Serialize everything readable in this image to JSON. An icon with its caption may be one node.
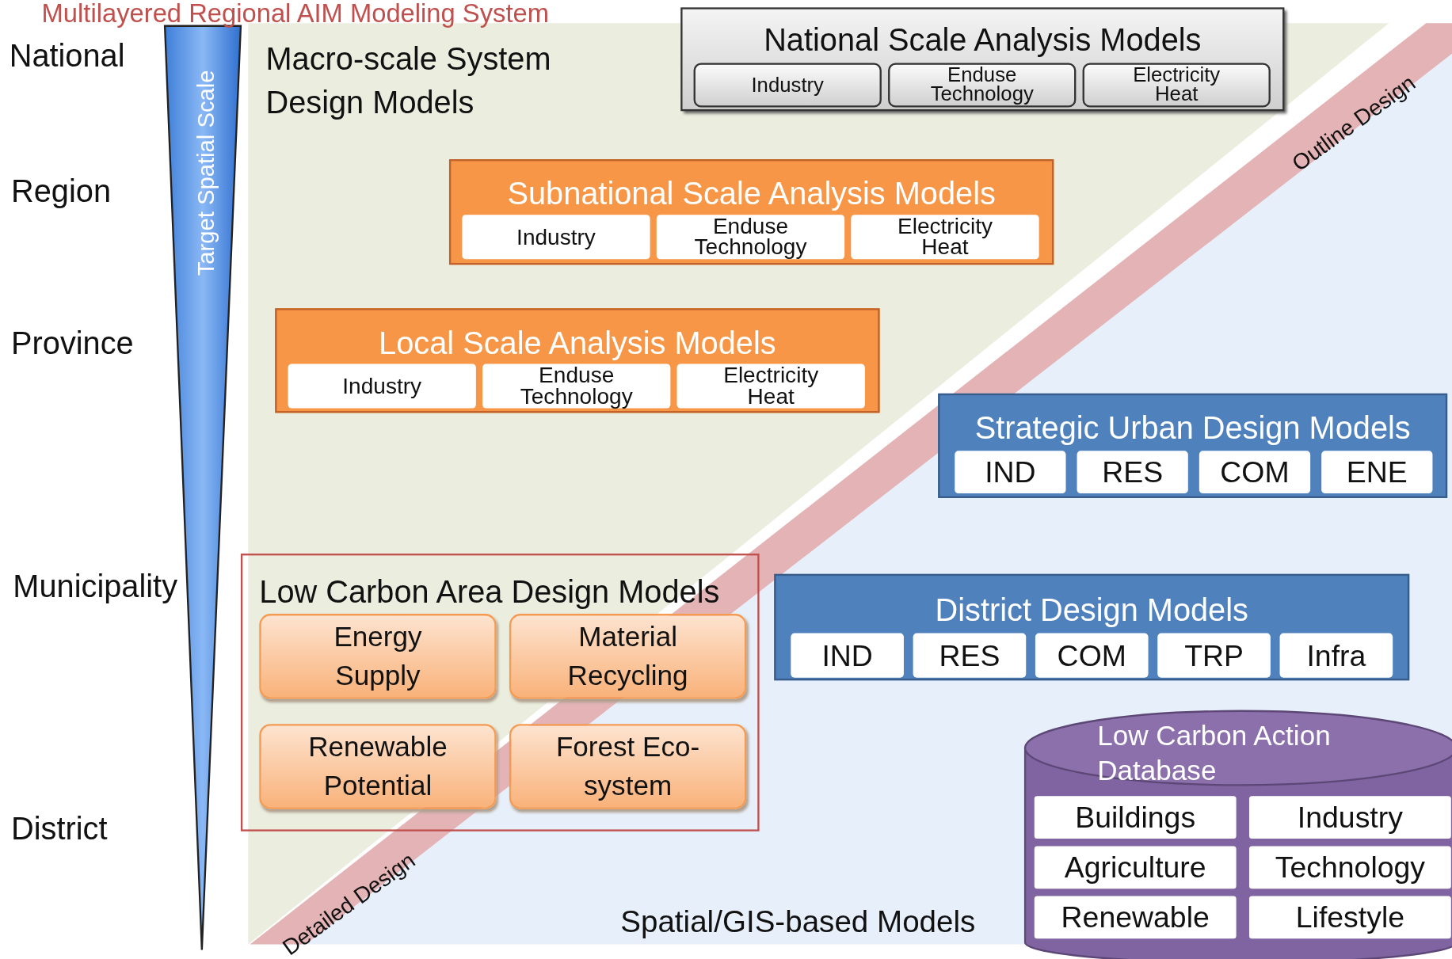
{
  "diagram": {
    "title": "Multilayered Regional AIM Modeling System",
    "nodes": [
      {
        "text": [
          "National Scale Analysis Models"
        ]
      },
      {
        "text": [
          "Industry"
        ],
        "in": 0
      },
      {
        "text": [
          "Enduse Technology"
        ],
        "in": 0
      },
      {
        "text": [
          "Electricity Heat"
        ],
        "in": 0
      },
      {
        "text": [
          "Subnational Scale Analysis Models"
        ]
      },
      {
        "text": [
          "Industry"
        ],
        "in": 4
      },
      {
        "text": [
          "Enduse Technology"
        ],
        "in": 4
      },
      {
        "text": [
          "Electricity Heat"
        ],
        "in": 4
      },
      {
        "text": [
          "Local Scale Analysis Models"
        ]
      },
      {
        "text": [
          "Industry"
        ],
        "in": 8
      },
      {
        "text": [
          "Enduse Technology"
        ],
        "in": 8
      },
      {
        "text": [
          "Electricity Heat"
        ],
        "in": 8
      },
      {
        "text": [
          "Strategic Urban Design Models"
        ]
      },
      {
        "text": [
          "IND"
        ],
        "in": 12
      },
      {
        "text": [
          "RES"
        ],
        "in": 12
      },
      {
        "text": [
          "COM"
        ],
        "in": 12
      },
      {
        "text": [
          "ENE"
        ],
        "in": 12
      },
      {
        "text": [
          "Low Carbon Area Design Models"
        ]
      },
      {
        "text": [
          "Energy Supply"
        ],
        "in": 17
      },
      {
        "text": [
          "Material Recycling"
        ],
        "in": 17
      },
      {
        "text": [
          "Renewable Potential"
        ],
        "in": 17
      },
      {
        "text": [
          "Forest Eco-system"
        ],
        "in": 17
      },
      {
        "text": [
          "District Design Models"
        ]
      },
      {
        "text": [
          "IND"
        ],
        "in": 22
      },
      {
        "text": [
          "RES"
        ],
        "in": 22
      },
      {
        "text": [
          "COM"
        ],
        "in": 22
      },
      {
        "text": [
          "TRP"
        ],
        "in": 22
      },
      {
        "text": [
          "Infra"
        ],
        "in": 22
      },
      {
        "text": [
          "Low Carbon Action Database"
        ]
      },
      {
        "text": [
          "Buildings"
        ],
        "in": 28
      },
      {
        "text": [
          "Industry"
        ],
        "in": 28
      },
      {
        "text": [
          "Agriculture"
        ],
        "in": 28
      },
      {
        "text": [
          "Technology"
        ],
        "in": 28
      },
      {
        "text": [
          "Renewable"
        ],
        "in": 28
      },
      {
        "text": [
          "Lifestyle"
        ],
        "in": 28
      }
    ],
    "labels": [
      "National",
      "Region",
      "Province",
      "Municipality",
      "District",
      "Target Spatial Scale",
      "Macro-scale System Design Models",
      "Outline Design",
      "Detailed Design",
      "Spatial/GIS-based Models"
    ]
  }
}
